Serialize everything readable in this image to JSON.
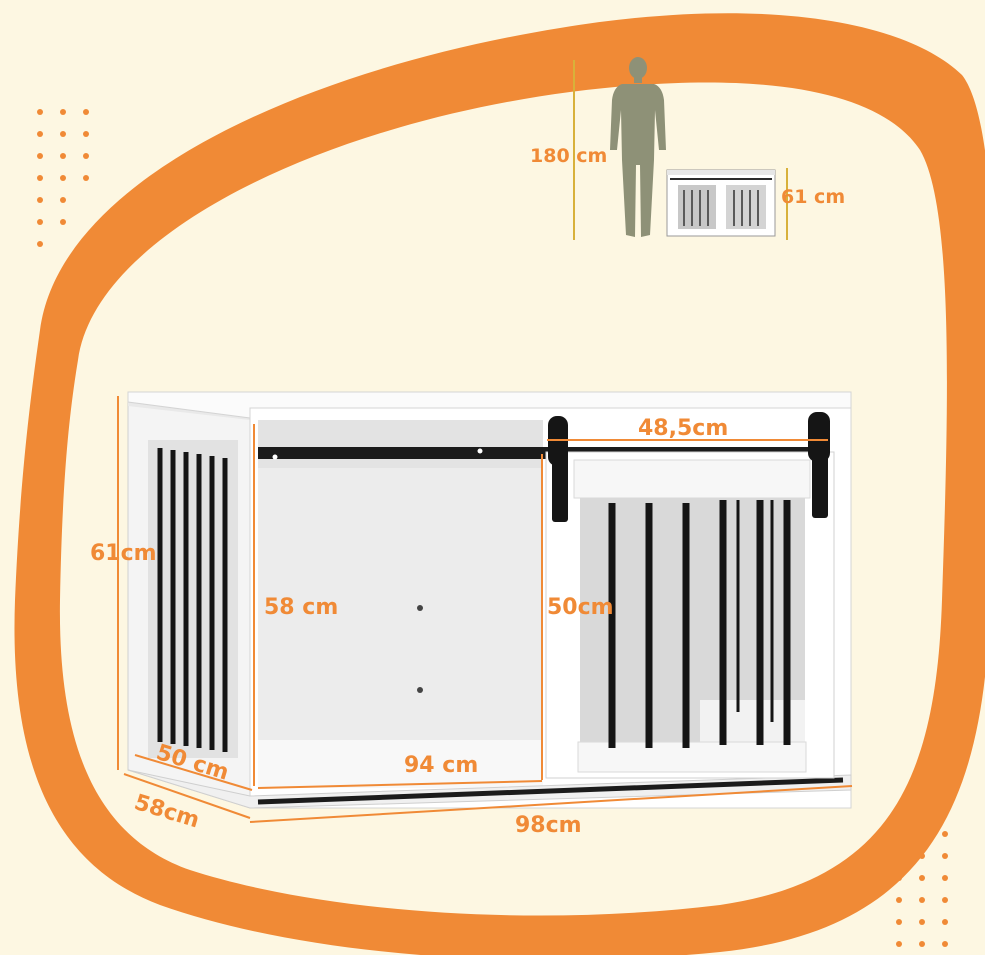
{
  "colors": {
    "background": "#fdf7e2",
    "accent": "#f08a36",
    "cabinet": "#ffffff",
    "bars": "#1c1c1c",
    "person": "#8e9177",
    "guide_line": "#d8b13a"
  },
  "scale_reference": {
    "person_height": "180 cm",
    "product_height": "61 cm"
  },
  "dimensions": {
    "door_width": "48,5cm",
    "total_height": "61cm",
    "inner_height": "58 cm",
    "door_height": "50cm",
    "inner_depth": "50 cm",
    "inner_width": "94 cm",
    "total_depth": "58cm",
    "total_width": "98cm"
  }
}
